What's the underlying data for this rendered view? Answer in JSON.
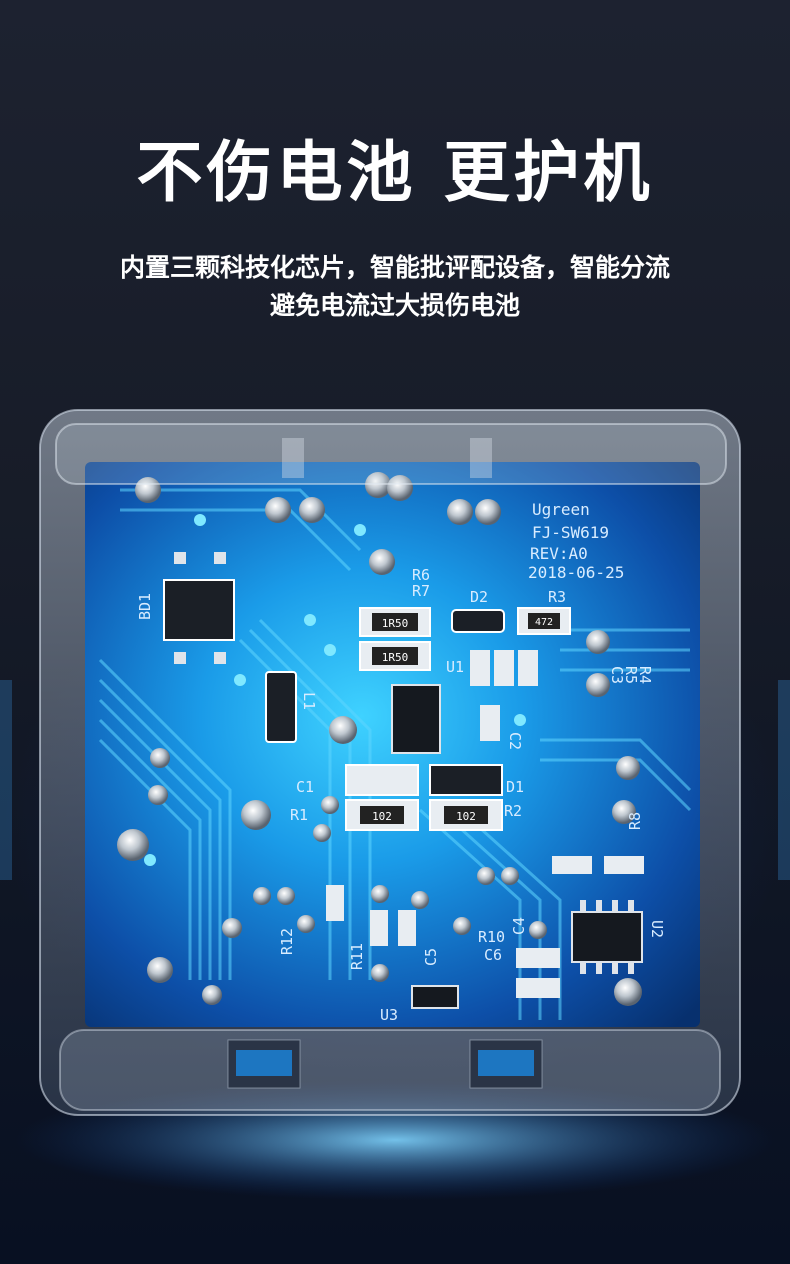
{
  "headline": "不伤电池 更护机",
  "subheadline": {
    "line1": "内置三颗科技化芯片，智能批评配设备，智能分流",
    "line2": "避免电流过大损伤电池"
  },
  "board_silkscreen": {
    "brand": "Ugreen",
    "model": "FJ-SW619",
    "revision": "REV:A0",
    "date": "2018-06-25",
    "labels": [
      "BD1",
      "R6",
      "R7",
      "D2",
      "R3",
      "U1",
      "C3",
      "R5",
      "R4",
      "L1",
      "C2",
      "C1",
      "D1",
      "R1",
      "R2",
      "R8",
      "R12",
      "R11",
      "C5",
      "R10",
      "C4",
      "C6",
      "U2",
      "U3"
    ],
    "component_markings": [
      "1R50",
      "1R50",
      "472",
      "102",
      "102"
    ]
  },
  "colors": {
    "background_top": "#1d2230",
    "background_bottom": "#081022",
    "pcb_blue": "#1a8fe0",
    "pcb_light": "#3fc3ff",
    "text": "#ffffff"
  }
}
